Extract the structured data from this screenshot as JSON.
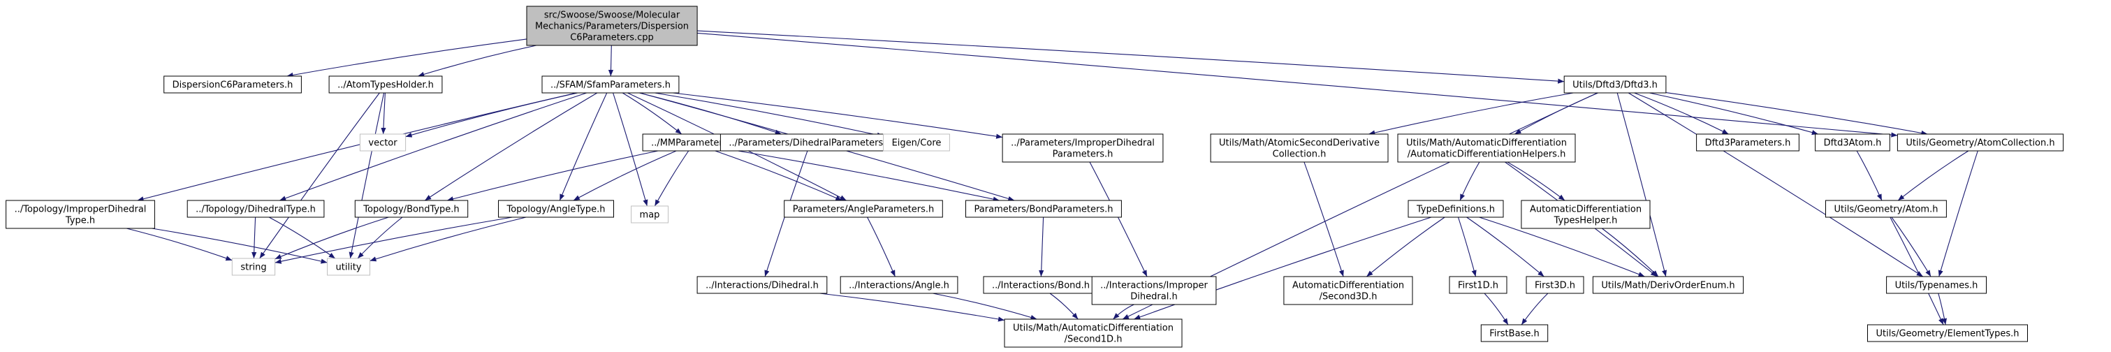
{
  "graph": {
    "colors": {
      "root_fill": "#bfbfbf",
      "node_border": "#000000",
      "system_border": "#bfbfbf",
      "edge": "#191970"
    },
    "nodes": [
      {
        "id": "root",
        "lines": [
          "src/Swoose/Swoose/Molecular",
          "Mechanics/Parameters/Dispersion",
          "C6Parameters.cpp"
        ],
        "kind": "root"
      },
      {
        "id": "dispc6",
        "lines": [
          "DispersionC6Parameters.h"
        ],
        "kind": "file"
      },
      {
        "id": "atomtypesholder",
        "lines": [
          "../AtomTypesHolder.h"
        ],
        "kind": "file"
      },
      {
        "id": "sfam",
        "lines": [
          "../SFAM/SfamParameters.h"
        ],
        "kind": "file"
      },
      {
        "id": "dftd3",
        "lines": [
          "Utils/Dftd3/Dftd3.h"
        ],
        "kind": "file"
      },
      {
        "id": "vector",
        "lines": [
          "vector"
        ],
        "kind": "system"
      },
      {
        "id": "mmparams",
        "lines": [
          "../MMParameters.h"
        ],
        "kind": "file"
      },
      {
        "id": "dihedralparams",
        "lines": [
          "../Parameters/DihedralParameters.h"
        ],
        "kind": "file"
      },
      {
        "id": "eigencore",
        "lines": [
          "Eigen/Core"
        ],
        "kind": "system"
      },
      {
        "id": "improperparams",
        "lines": [
          "../Parameters/ImproperDihedral",
          "Parameters.h"
        ],
        "kind": "file"
      },
      {
        "id": "atomicsecond",
        "lines": [
          "Utils/Math/AtomicSecondDerivative",
          "Collection.h"
        ],
        "kind": "file"
      },
      {
        "id": "autodiffhelpers",
        "lines": [
          "Utils/Math/AutomaticDifferentiation",
          "/AutomaticDifferentiationHelpers.h"
        ],
        "kind": "file"
      },
      {
        "id": "dftd3params",
        "lines": [
          "Dftd3Parameters.h"
        ],
        "kind": "file"
      },
      {
        "id": "dftd3atom",
        "lines": [
          "Dftd3Atom.h"
        ],
        "kind": "file"
      },
      {
        "id": "atomcollection",
        "lines": [
          "Utils/Geometry/AtomCollection.h"
        ],
        "kind": "file"
      },
      {
        "id": "improperdihedraltype",
        "lines": [
          "../Topology/ImproperDihedral",
          "Type.h"
        ],
        "kind": "file"
      },
      {
        "id": "dihedraltype",
        "lines": [
          "../Topology/DihedralType.h"
        ],
        "kind": "file"
      },
      {
        "id": "bondtype",
        "lines": [
          "Topology/BondType.h"
        ],
        "kind": "file"
      },
      {
        "id": "angletype",
        "lines": [
          "Topology/AngleType.h"
        ],
        "kind": "file"
      },
      {
        "id": "map",
        "lines": [
          "map"
        ],
        "kind": "system"
      },
      {
        "id": "angleparams",
        "lines": [
          "Parameters/AngleParameters.h"
        ],
        "kind": "file"
      },
      {
        "id": "bondparams",
        "lines": [
          "Parameters/BondParameters.h"
        ],
        "kind": "file"
      },
      {
        "id": "typedefs",
        "lines": [
          "TypeDefinitions.h"
        ],
        "kind": "file"
      },
      {
        "id": "autodifftypeshelper",
        "lines": [
          "AutomaticDifferentiation",
          "TypesHelper.h"
        ],
        "kind": "file"
      },
      {
        "id": "geomatom",
        "lines": [
          "Utils/Geometry/Atom.h"
        ],
        "kind": "file"
      },
      {
        "id": "string",
        "lines": [
          "string"
        ],
        "kind": "system"
      },
      {
        "id": "utility",
        "lines": [
          "utility"
        ],
        "kind": "system"
      },
      {
        "id": "interdihedral",
        "lines": [
          "../Interactions/Dihedral.h"
        ],
        "kind": "file"
      },
      {
        "id": "interangle",
        "lines": [
          "../Interactions/Angle.h"
        ],
        "kind": "file"
      },
      {
        "id": "interbond",
        "lines": [
          "../Interactions/Bond.h"
        ],
        "kind": "file"
      },
      {
        "id": "interimproper",
        "lines": [
          "../Interactions/Improper",
          "Dihedral.h"
        ],
        "kind": "file"
      },
      {
        "id": "second3d",
        "lines": [
          "AutomaticDifferentiation",
          "/Second3D.h"
        ],
        "kind": "file"
      },
      {
        "id": "first1d",
        "lines": [
          "First1D.h"
        ],
        "kind": "file"
      },
      {
        "id": "first3d",
        "lines": [
          "First3D.h"
        ],
        "kind": "file"
      },
      {
        "id": "derivorder",
        "lines": [
          "Utils/Math/DerivOrderEnum.h"
        ],
        "kind": "file"
      },
      {
        "id": "typenames",
        "lines": [
          "Utils/Typenames.h"
        ],
        "kind": "file"
      },
      {
        "id": "second1d",
        "lines": [
          "Utils/Math/AutomaticDifferentiation",
          "/Second1D.h"
        ],
        "kind": "file"
      },
      {
        "id": "firstbase",
        "lines": [
          "FirstBase.h"
        ],
        "kind": "file"
      },
      {
        "id": "elementtypes",
        "lines": [
          "Utils/Geometry/ElementTypes.h"
        ],
        "kind": "file"
      }
    ],
    "edges": [
      [
        "root",
        "dispc6"
      ],
      [
        "root",
        "atomtypesholder"
      ],
      [
        "root",
        "sfam"
      ],
      [
        "root",
        "dftd3"
      ],
      [
        "root",
        "atomcollection"
      ],
      [
        "atomtypesholder",
        "vector"
      ],
      [
        "atomtypesholder",
        "string"
      ],
      [
        "atomtypesholder",
        "utility"
      ],
      [
        "sfam",
        "vector"
      ],
      [
        "sfam",
        "mmparams"
      ],
      [
        "sfam",
        "dihedralparams"
      ],
      [
        "sfam",
        "eigencore"
      ],
      [
        "sfam",
        "improperparams"
      ],
      [
        "sfam",
        "improperdihedraltype"
      ],
      [
        "sfam",
        "dihedraltype"
      ],
      [
        "sfam",
        "bondtype"
      ],
      [
        "sfam",
        "angletype"
      ],
      [
        "sfam",
        "map"
      ],
      [
        "sfam",
        "angleparams"
      ],
      [
        "sfam",
        "bondparams"
      ],
      [
        "mmparams",
        "bondtype"
      ],
      [
        "mmparams",
        "angletype"
      ],
      [
        "mmparams",
        "map"
      ],
      [
        "mmparams",
        "angleparams"
      ],
      [
        "mmparams",
        "bondparams"
      ],
      [
        "dihedralparams",
        "interdihedral"
      ],
      [
        "improperparams",
        "interimproper"
      ],
      [
        "angleparams",
        "interangle"
      ],
      [
        "bondparams",
        "interbond"
      ],
      [
        "improperdihedraltype",
        "string"
      ],
      [
        "improperdihedraltype",
        "utility"
      ],
      [
        "dihedraltype",
        "string"
      ],
      [
        "dihedraltype",
        "utility"
      ],
      [
        "bondtype",
        "string"
      ],
      [
        "bondtype",
        "utility"
      ],
      [
        "angletype",
        "string"
      ],
      [
        "angletype",
        "utility"
      ],
      [
        "interdihedral",
        "second1d"
      ],
      [
        "interangle",
        "second1d"
      ],
      [
        "interbond",
        "second1d"
      ],
      [
        "interimproper",
        "second1d"
      ],
      [
        "dftd3",
        "atomicsecond"
      ],
      [
        "dftd3",
        "autodiffhelpers"
      ],
      [
        "dftd3",
        "dftd3params"
      ],
      [
        "dftd3",
        "dftd3atom"
      ],
      [
        "dftd3",
        "atomcollection"
      ],
      [
        "dftd3",
        "derivorder"
      ],
      [
        "dftd3",
        "second1d"
      ],
      [
        "dftd3",
        "typenames"
      ],
      [
        "atomicsecond",
        "second3d"
      ],
      [
        "autodiffhelpers",
        "typedefs"
      ],
      [
        "autodiffhelpers",
        "autodifftypeshelper"
      ],
      [
        "autodiffhelpers",
        "derivorder"
      ],
      [
        "typedefs",
        "second3d"
      ],
      [
        "typedefs",
        "first1d"
      ],
      [
        "typedefs",
        "first3d"
      ],
      [
        "typedefs",
        "derivorder"
      ],
      [
        "typedefs",
        "second1d"
      ],
      [
        "autodifftypeshelper",
        "derivorder"
      ],
      [
        "first1d",
        "firstbase"
      ],
      [
        "first3d",
        "firstbase"
      ],
      [
        "dftd3atom",
        "geomatom"
      ],
      [
        "atomcollection",
        "geomatom"
      ],
      [
        "atomcollection",
        "typenames"
      ],
      [
        "geomatom",
        "typenames"
      ],
      [
        "geomatom",
        "elementtypes"
      ],
      [
        "typenames",
        "elementtypes"
      ]
    ]
  }
}
